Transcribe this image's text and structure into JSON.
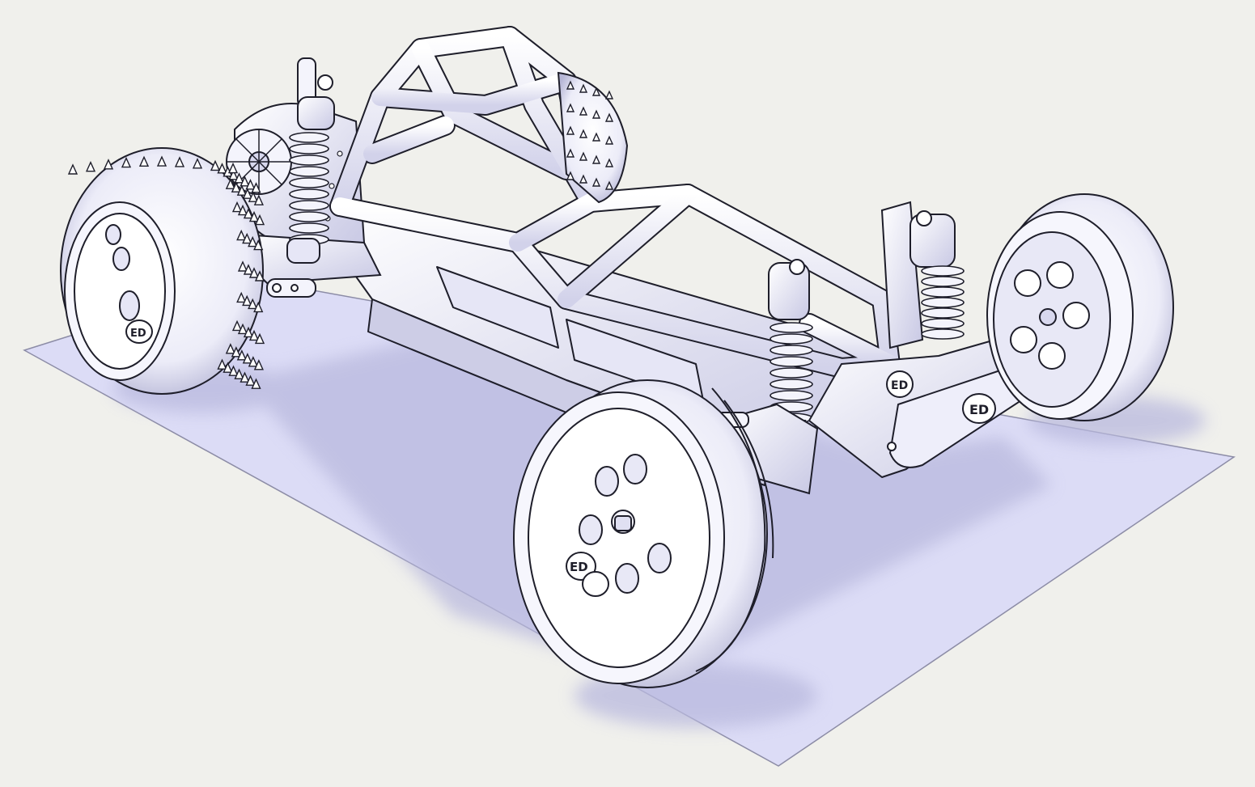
{
  "scene": {
    "subject": "rc-buggy-chassis-cad-render",
    "logo_text": "ED",
    "colors": {
      "background": "#f0f0ec",
      "ground_plane": "#dcdcf6",
      "ground_edge": "#8c8ca6",
      "shadow": "#c4c4e4",
      "part_fill": "#f2f2fc",
      "part_shade": "#cfcfe8",
      "outline": "#1e1e2a",
      "tire_dark": "#b8b8d8"
    },
    "icons": {
      "tread_spike": "cone-spike",
      "wheel_hub": "circle-hub"
    }
  }
}
